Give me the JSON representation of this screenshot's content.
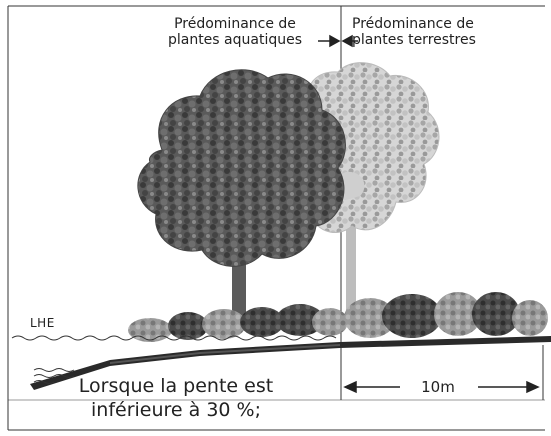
{
  "labels": {
    "aquatic_line1": "Prédominance de",
    "aquatic_line2": "plantes aquatiques",
    "terrestrial_line1": "Prédominance de",
    "terrestrial_line2": "plantes terrestres",
    "lhe": "LHE",
    "caption_line1": "Lorsque la pente est",
    "caption_line2": "inférieure à 30 %;",
    "distance": "10m"
  },
  "colors": {
    "ink": "#222222",
    "tree_dark": "#4a4a4a",
    "tree_mid": "#7a7a7a",
    "tree_light": "#b8b8b8",
    "ground": "#2a2a2a",
    "shrub_dark": "#3a3a3a",
    "shrub_light": "#9a9a9a"
  }
}
